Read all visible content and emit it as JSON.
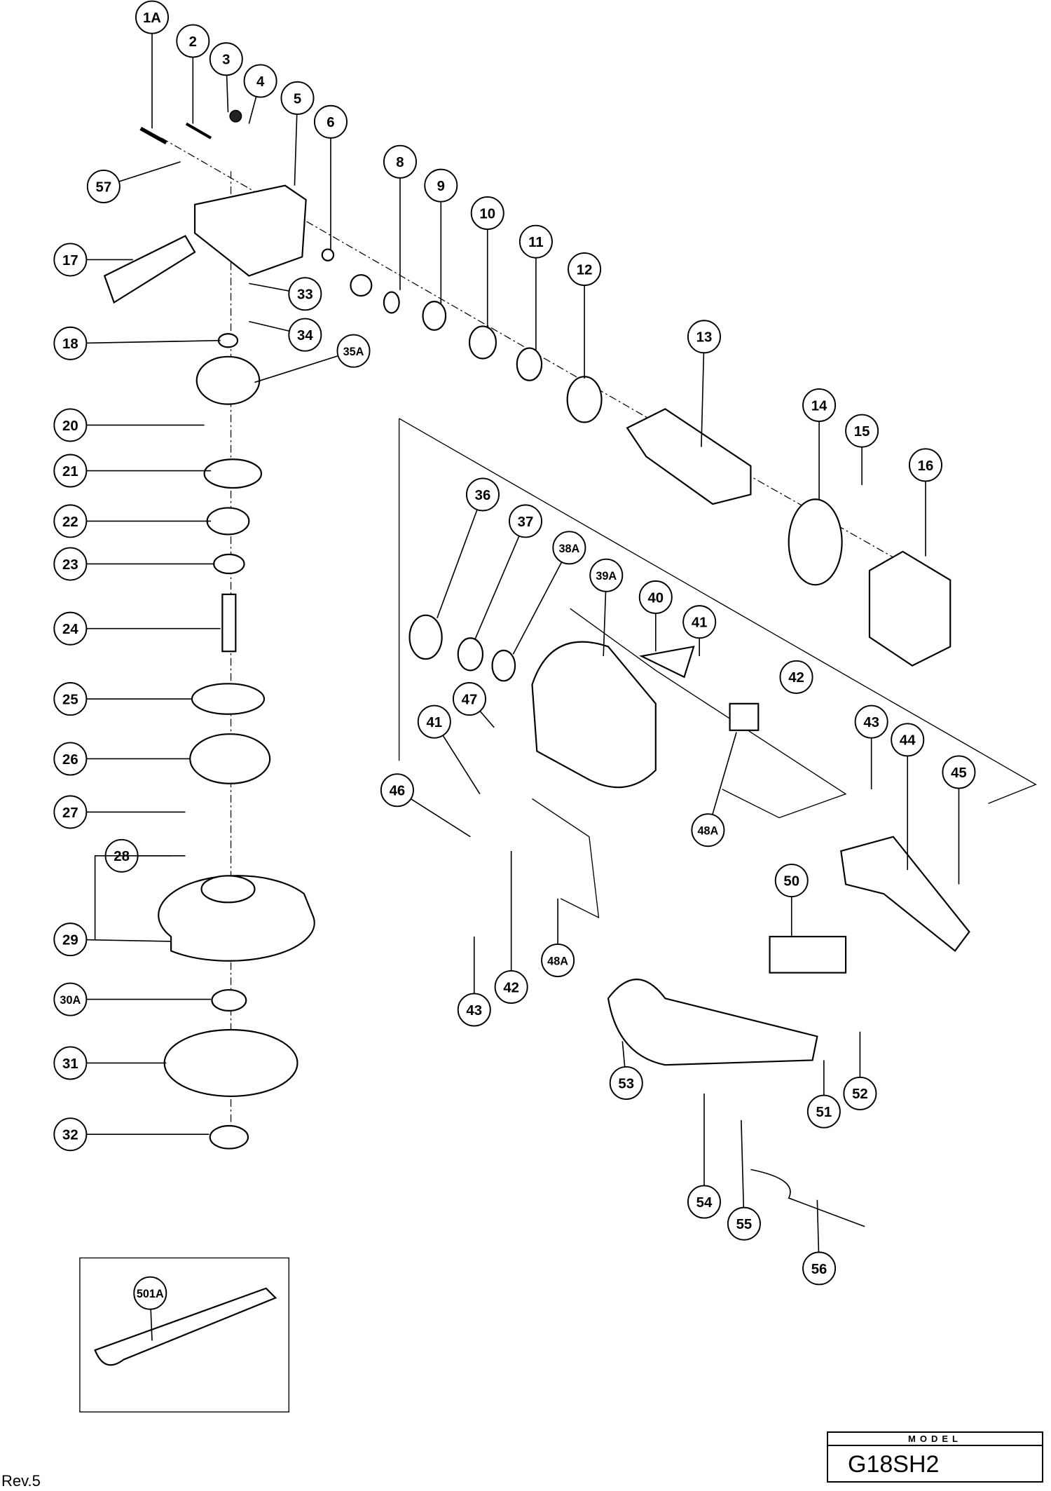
{
  "diagram": {
    "callouts": [
      {
        "label": "1A"
      },
      {
        "label": "2"
      },
      {
        "label": "3"
      },
      {
        "label": "4"
      },
      {
        "label": "5"
      },
      {
        "label": "6"
      },
      {
        "label": "8"
      },
      {
        "label": "9"
      },
      {
        "label": "10"
      },
      {
        "label": "11"
      },
      {
        "label": "12"
      },
      {
        "label": "13"
      },
      {
        "label": "14"
      },
      {
        "label": "15"
      },
      {
        "label": "16"
      },
      {
        "label": "17"
      },
      {
        "label": "18"
      },
      {
        "label": "20"
      },
      {
        "label": "21"
      },
      {
        "label": "22"
      },
      {
        "label": "23"
      },
      {
        "label": "24"
      },
      {
        "label": "25"
      },
      {
        "label": "26"
      },
      {
        "label": "27"
      },
      {
        "label": "28"
      },
      {
        "label": "29"
      },
      {
        "label": "30A"
      },
      {
        "label": "31"
      },
      {
        "label": "32"
      },
      {
        "label": "33"
      },
      {
        "label": "34"
      },
      {
        "label": "35A"
      },
      {
        "label": "36"
      },
      {
        "label": "37"
      },
      {
        "label": "38A"
      },
      {
        "label": "39A"
      },
      {
        "label": "40"
      },
      {
        "label": "41"
      },
      {
        "label": "42"
      },
      {
        "label": "43"
      },
      {
        "label": "44"
      },
      {
        "label": "45"
      },
      {
        "label": "46"
      },
      {
        "label": "41"
      },
      {
        "label": "47"
      },
      {
        "label": "48A"
      },
      {
        "label": "50"
      },
      {
        "label": "43"
      },
      {
        "label": "42"
      },
      {
        "label": "48A"
      },
      {
        "label": "53"
      },
      {
        "label": "51"
      },
      {
        "label": "52"
      },
      {
        "label": "54"
      },
      {
        "label": "55"
      },
      {
        "label": "56"
      },
      {
        "label": "57"
      },
      {
        "label": "501A"
      }
    ]
  },
  "model": {
    "label": "MODEL",
    "value": "G18SH2"
  },
  "revision": "Rev.5"
}
